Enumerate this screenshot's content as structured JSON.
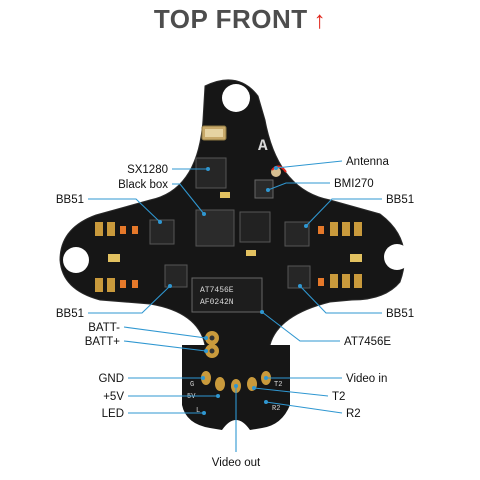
{
  "title": "TOP FRONT",
  "title_arrow": "↑",
  "title_arrow_icon": "up-arrow-icon",
  "accent_color": "#e0261c",
  "leader_color": "#2f97d1",
  "labels": {
    "sx1280": "SX1280",
    "black_box": "Black box",
    "bb51_top_left": "BB51",
    "bb51_bottom_left": "BB51",
    "batt_minus": "BATT-",
    "batt_plus": "BATT+",
    "gnd": "GND",
    "plus_5v": "+5V",
    "led": "LED",
    "video_out": "Video out",
    "antenna": "Antenna",
    "bmi270": "BMI270",
    "bb51_top_right": "BB51",
    "bb51_bottom_right": "BB51",
    "at7456e": "AT7456E",
    "video_in": "Video in",
    "t2": "T2",
    "r2": "R2"
  },
  "board_markings": {
    "osd_chip_line1": "AT7456E",
    "osd_chip_line2": "AF0242N",
    "logo": "A",
    "pad_g": "G",
    "pad_5v": "5V",
    "pad_t2": "T2",
    "pad_r2": "R2",
    "pad_l": "L"
  }
}
